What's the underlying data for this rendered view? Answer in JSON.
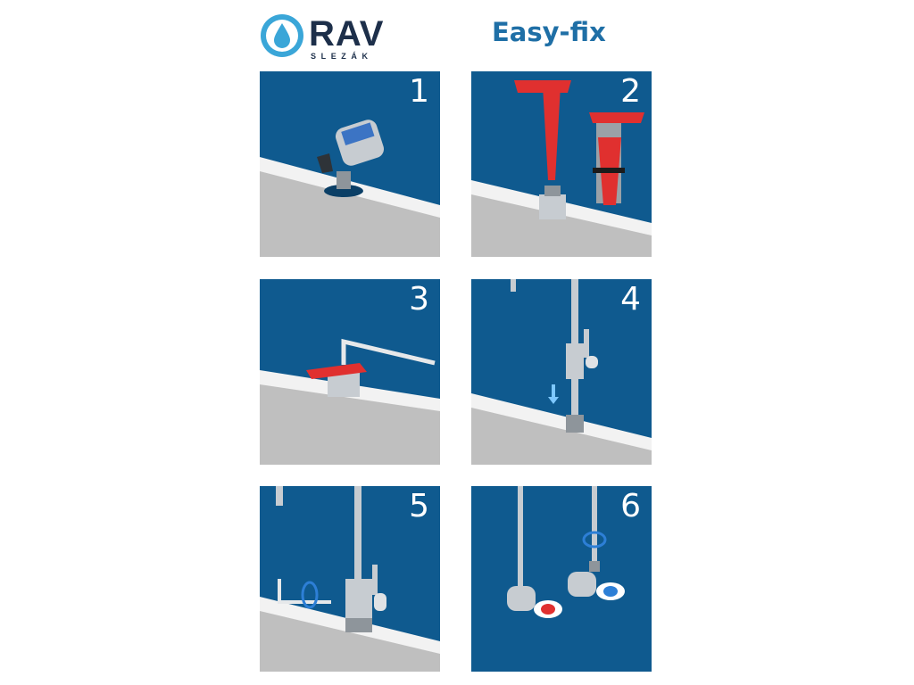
{
  "brand": {
    "name": "RAV",
    "subname": "SLEZÁK"
  },
  "title": "Easy-fix",
  "steps": [
    {
      "number": "1"
    },
    {
      "number": "2"
    },
    {
      "number": "3"
    },
    {
      "number": "4"
    },
    {
      "number": "5"
    },
    {
      "number": "6"
    }
  ],
  "colors": {
    "panel_blue": "#0f5a8f",
    "accent_red": "#e0302f",
    "brand_cyan": "#3aa6d8",
    "title_blue": "#1f6fa6"
  },
  "icons": [
    "water-drop-logo-icon",
    "down-arrow-icon",
    "rotate-arrow-icon"
  ]
}
